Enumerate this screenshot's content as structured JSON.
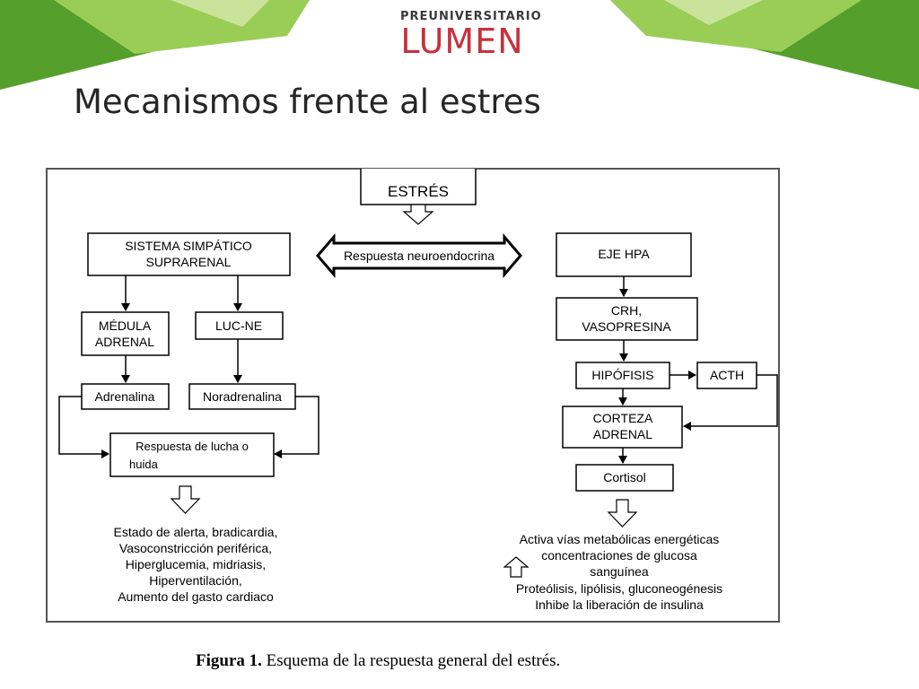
{
  "header": {
    "logo_top": "PREUNIVERSITARIO",
    "logo_main": "LUMEN",
    "title": "Mecanismos frente al estres"
  },
  "colors": {
    "green_dark": "#55a02c",
    "green_light": "#9acd56",
    "logo_red": "#c8303d"
  },
  "diagram": {
    "stress": "ESTRÉS",
    "response": "Respuesta neuroendocrina",
    "left": {
      "sns": [
        "SISTEMA  SIMPÁTICO",
        "SUPRARENAL"
      ],
      "medulla": [
        "MÉDULA",
        "ADRENAL"
      ],
      "lucne": "LUC-NE",
      "adrenaline": "Adrenalina",
      "noradrenaline": "Noradrenalina",
      "fight": [
        "Respuesta de lucha o",
        "huida"
      ],
      "effects": [
        "Estado de alerta,  bradicardia,",
        "Vasoconstricción periférica,",
        "Hiperglucemia, midriasis,",
        "Hiperventilación,",
        "Aumento del gasto cardiaco"
      ]
    },
    "right": {
      "hpa": "EJE  HPA",
      "crh": [
        "CRH,",
        "VASOPRESINA"
      ],
      "hypophysis": "HIPÓFISIS",
      "acth": "ACTH",
      "cortex": [
        "CORTEZA",
        "ADRENAL"
      ],
      "cortisol": "Cortisol",
      "effects": [
        "Activa vías metabólicas  energéticas",
        "concentraciones de glucosa",
        "sanguínea",
        "Proteólisis, lipólisis, gluconeogénesis",
        "Inhibe la liberación de insulina"
      ]
    }
  },
  "caption": {
    "label": "Figura 1.",
    "text": " Esquema de la respuesta general del estrés."
  }
}
